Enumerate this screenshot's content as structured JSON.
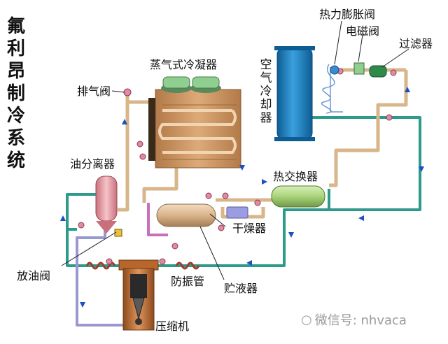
{
  "title": "氟利昂制冷系统",
  "components": {
    "thermal_expansion_valve": "热力膨胀阀",
    "solenoid_valve": "电磁阀",
    "filter": "过滤器",
    "evaporative_condenser": "蒸气式冷凝器",
    "exhaust_valve": "排气阀",
    "air_cooler": "空气冷却器",
    "oil_separator": "油分离器",
    "heat_exchanger": "热交换器",
    "dryer": "干燥器",
    "oil_drain_valve": "放油阀",
    "anti_vibration_pipe": "防振管",
    "receiver": "贮液器",
    "compressor": "压缩机"
  },
  "watermark": "微信号: nhvaca",
  "colors": {
    "teal_pipe": "#2e9a8c",
    "tan_pipe": "#d9b58a",
    "lavender_pipe": "#9a98d0",
    "flow_arrow": "#1d4fc4",
    "cooler_blue": "#1877b8",
    "oil_separator_pink": "#e8a0a8",
    "receiver_tan": "#d8b890",
    "heat_exchanger_green": "#a9d37a",
    "compressor_brown": "#c8743a",
    "condenser_brown": "#c98f5a",
    "fan_green": "#8fcf90"
  }
}
